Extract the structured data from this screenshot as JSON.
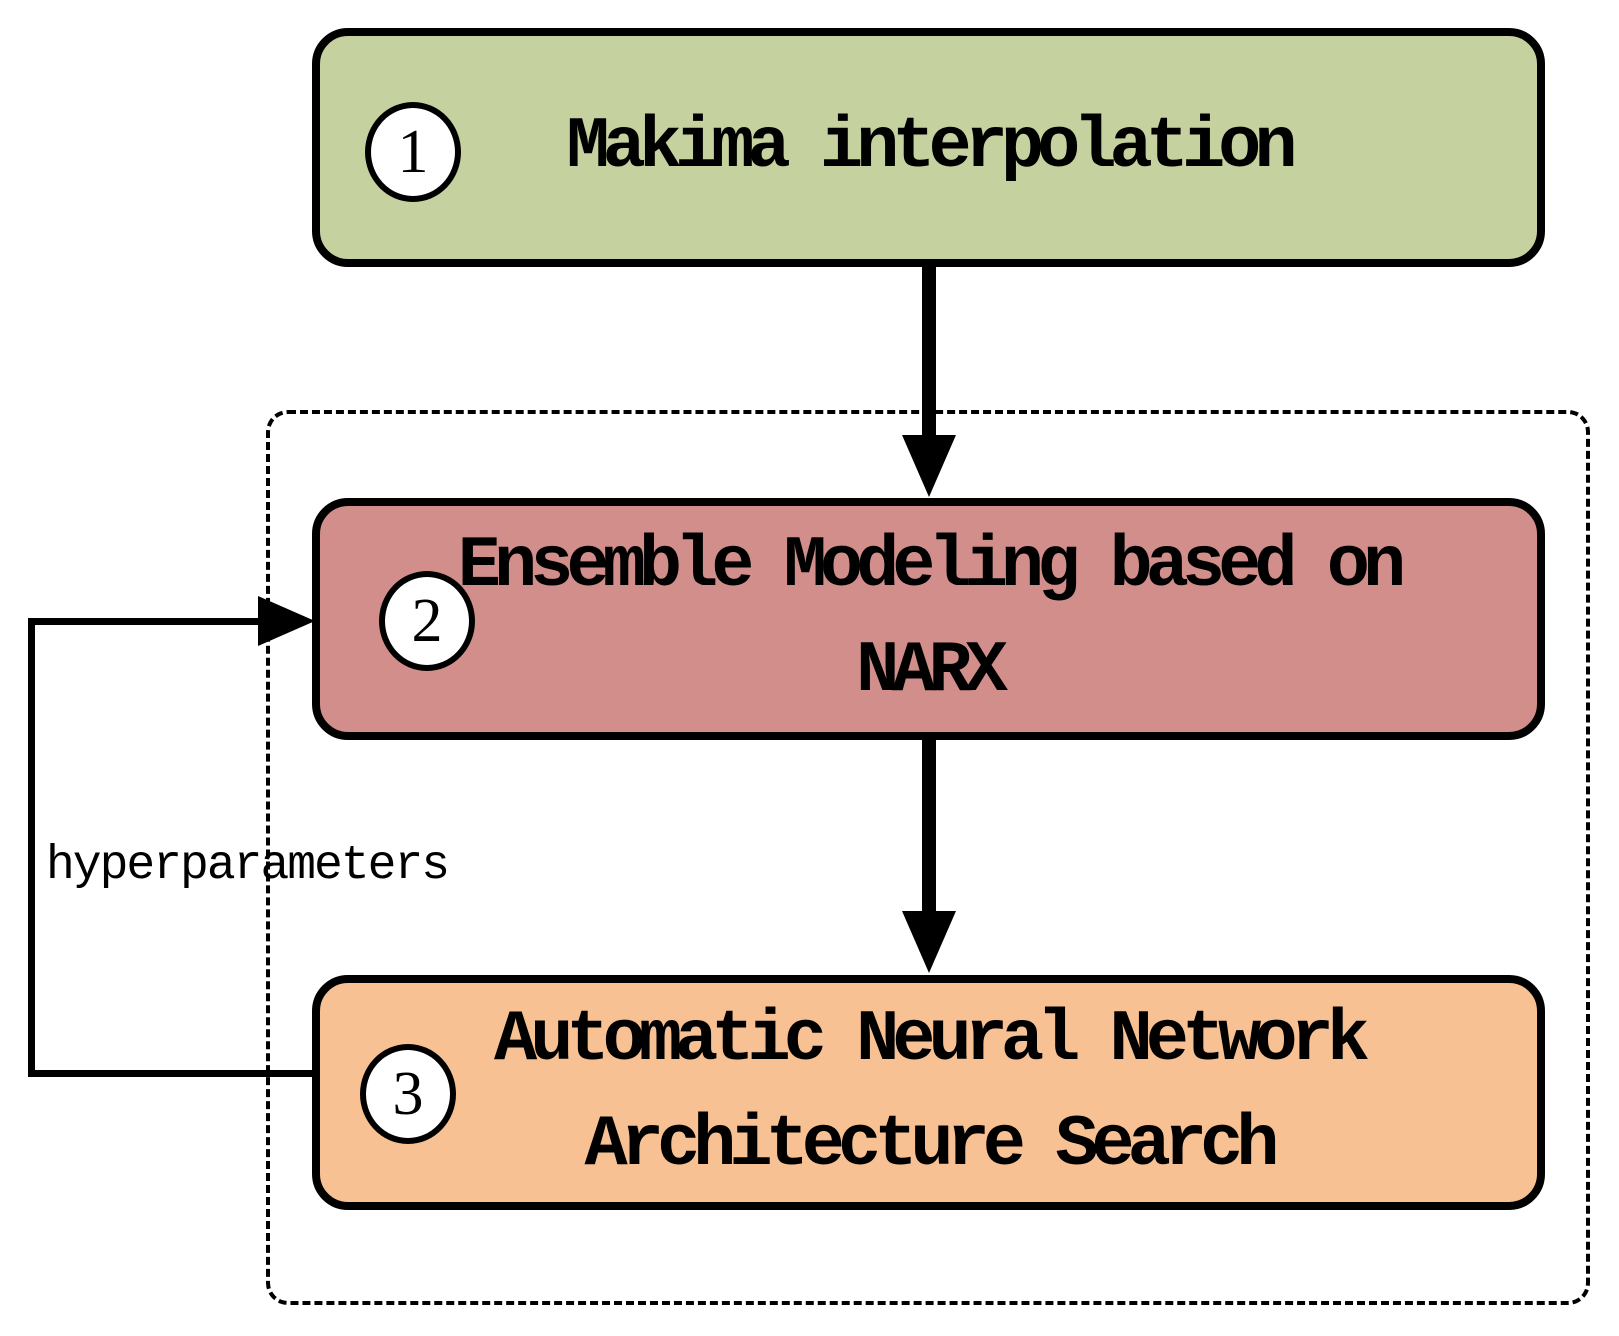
{
  "diagram": {
    "type": "flowchart",
    "steps": [
      {
        "number": "1",
        "label": "Makima interpolation",
        "fill": "#c5d2a0"
      },
      {
        "number": "2",
        "label": "Ensemble Modeling based on\nNARX",
        "fill": "#d18e8b"
      },
      {
        "number": "3",
        "label": "Automatic Neural Network\nArchitecture Search",
        "fill": "#f8c193"
      }
    ],
    "edges": [
      {
        "from": "1",
        "to": "2",
        "label": ""
      },
      {
        "from": "2",
        "to": "3",
        "label": ""
      },
      {
        "from": "3",
        "to": "2",
        "label": "hyperparameters"
      }
    ],
    "feedback_label": "hyperparameters",
    "grouping": "steps 2 and 3 enclosed in dashed rounded rectangle",
    "colors": {
      "line": "#000000",
      "background": "#ffffff",
      "badge_fill": "#ffffff"
    }
  }
}
